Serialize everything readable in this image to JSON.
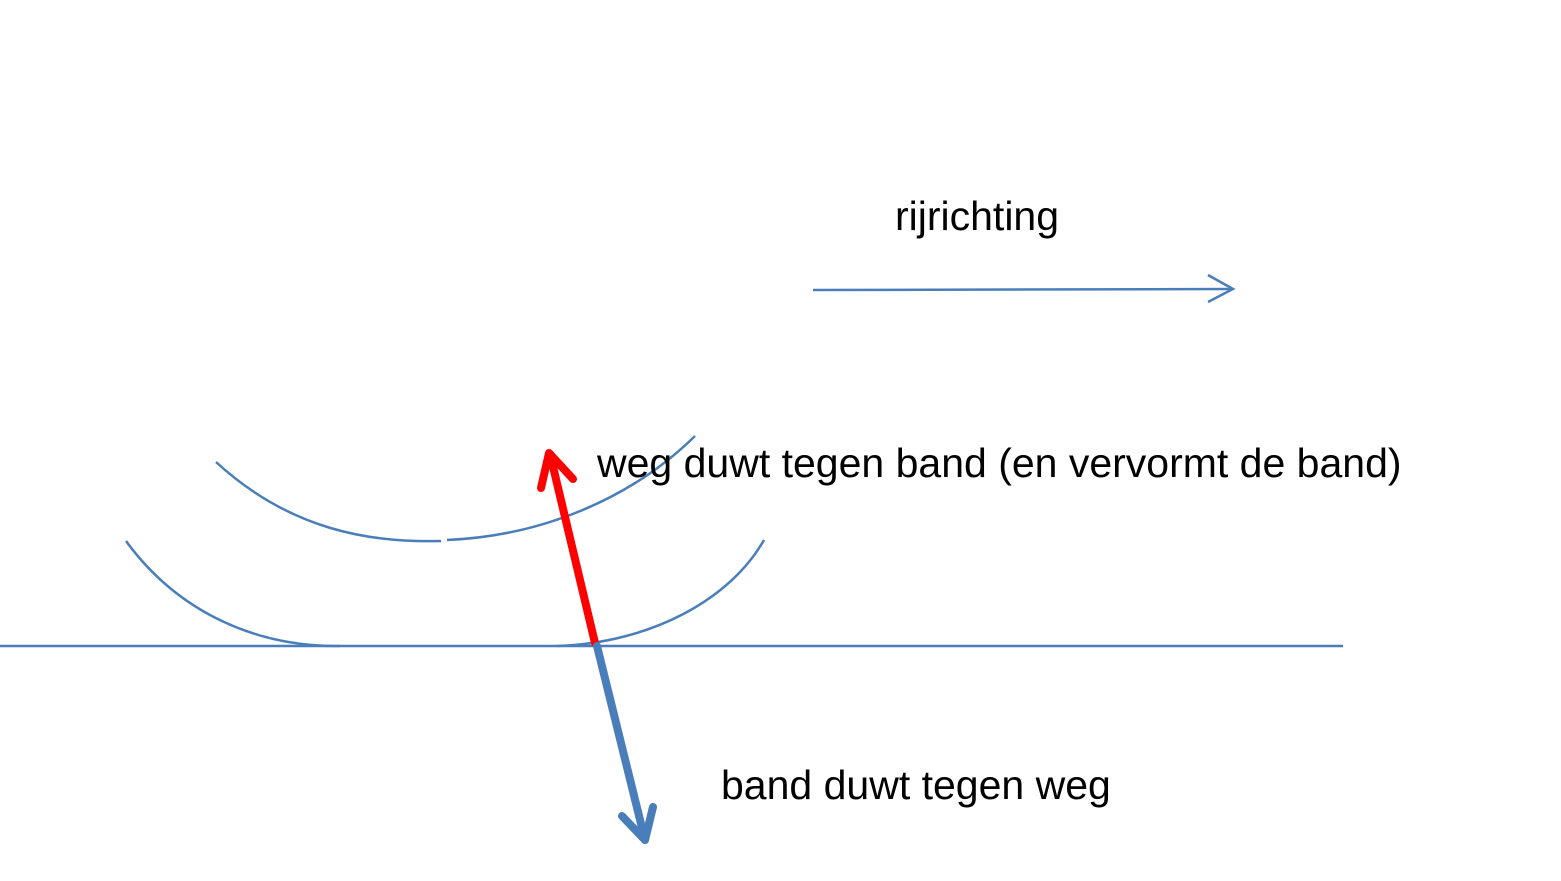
{
  "labels": {
    "direction": "rijrichting",
    "road_force": "weg duwt tegen band (en vervormt de band)",
    "tire_force": "band duwt tegen weg"
  },
  "colors": {
    "line": "#4a7ebb",
    "road_force_arrow": "#ff0000",
    "tire_force_arrow": "#4a7ebb",
    "text": "#000000"
  }
}
